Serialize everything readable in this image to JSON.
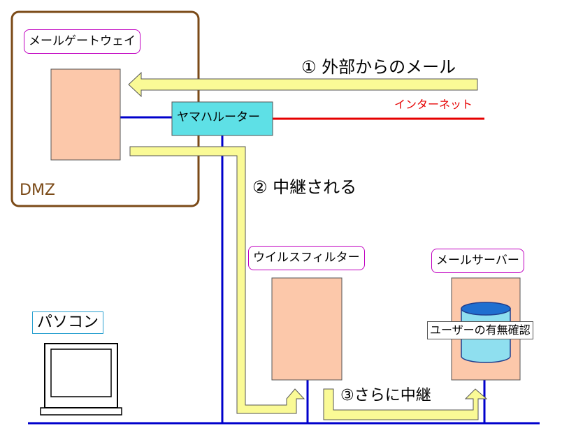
{
  "dmz": {
    "label": "DMZ"
  },
  "nodes": {
    "mail_gateway": "メールゲートウェイ",
    "yamaha_router": "ヤマハルーター",
    "virus_filter": "ウイルスフィルター",
    "mail_server": "メールサーバー",
    "user_check": "ユーザーの有無確認",
    "pc": "パソコン"
  },
  "network": {
    "internet": "インターネット"
  },
  "flows": {
    "step1": "① 外部からのメール",
    "step2": "② 中継される",
    "step3": "③さらに中継"
  },
  "colors": {
    "dmz_border": "#7b4a17",
    "server_fill": "#fcc8aa",
    "router_fill": "#5ee0e6",
    "arrow_fill": "#fafa96",
    "lan_line": "#0000cc",
    "internet_line": "#e60000",
    "label_border": "#c000c0",
    "pc_label_border": "#2aa0d0"
  }
}
